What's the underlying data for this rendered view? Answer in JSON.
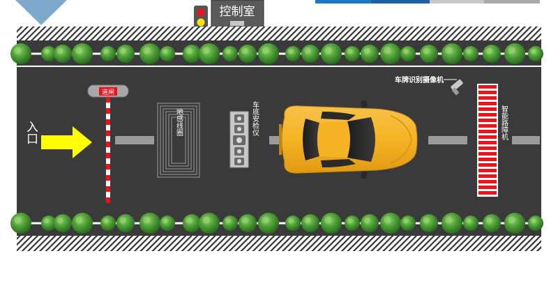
{
  "labels": {
    "control_room": "控制室",
    "entrance": "入口",
    "gate_sign": "道闸",
    "ground_coil": "地感线圈",
    "undercar_inspector": "车底安检仪",
    "plate_camera": "车牌识别摄像机",
    "road_barrier": "智能路障机"
  },
  "colors": {
    "road": "#3a3a3a",
    "arrow": "#ffff00",
    "car_body": "#f5b325",
    "barrier_red": "#e8131b",
    "top_bar_blue": "#1a78c2",
    "top_bar_gray": "#c8c8c8",
    "triangle_blue": "#7fa9cc",
    "tree_green": "#3c8a2b"
  },
  "icons": {
    "traffic_light": "traffic-light-icon",
    "camera": "cctv-camera-icon",
    "arrow": "right-arrow-icon"
  }
}
